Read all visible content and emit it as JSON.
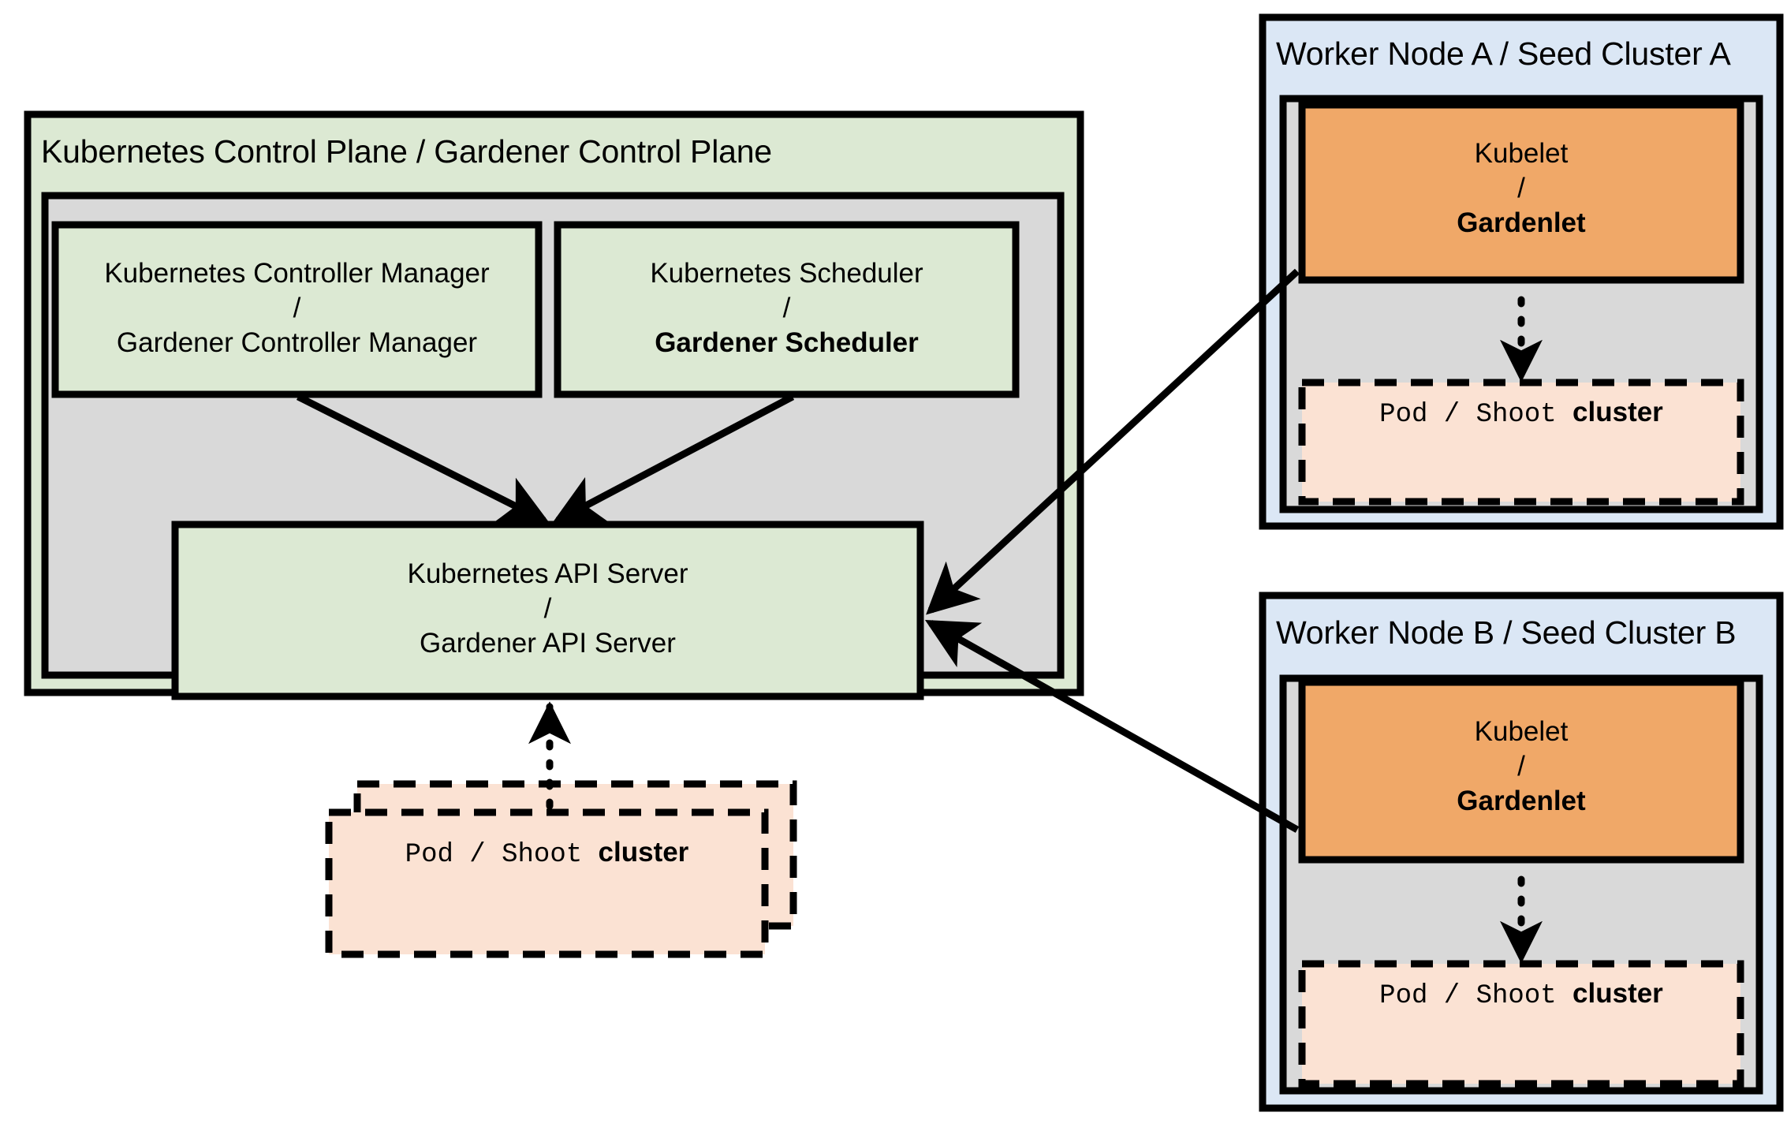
{
  "diagram": {
    "title": "Gardener architecture: Kubernetes control plane and seed clusters",
    "colors": {
      "green_fill": "#dce9d3",
      "gray_fill": "#d9d9d9",
      "blue_fill": "#dbe7f5",
      "orange_fill": "#f0a868",
      "peach_fill": "#fbe2d3",
      "stroke": "#000000",
      "background": "#ffffff"
    }
  },
  "control_plane": {
    "title": "Kubernetes Control Plane / Gardener Control Plane",
    "controller_manager": {
      "line1": "Kubernetes Controller Manager",
      "separator": "/",
      "line2": "Gardener Controller Manager"
    },
    "scheduler": {
      "line1": "Kubernetes Scheduler",
      "separator": "/",
      "line2": "Gardener Scheduler"
    },
    "api_server": {
      "line1": "Kubernetes API Server",
      "separator": "/",
      "line2": "Gardener API Server"
    },
    "pod": {
      "line1": "Pod",
      "separator": "/",
      "line2_prefix": "Shoot ",
      "line2_suffix": "cluster"
    }
  },
  "worker_node_a": {
    "title": "Worker Node A / Seed Cluster A",
    "kubelet": {
      "line1": "Kubelet",
      "separator": "/",
      "line2": "Gardenlet"
    },
    "pod": {
      "line1": "Pod",
      "separator": "/",
      "line2_prefix": "Shoot ",
      "line2_suffix": "cluster"
    }
  },
  "worker_node_b": {
    "title": "Worker Node B / Seed Cluster B",
    "kubelet": {
      "line1": "Kubelet",
      "separator": "/",
      "line2": "Gardenlet"
    },
    "pod": {
      "line1": "Pod",
      "separator": "/",
      "line2_prefix": "Shoot ",
      "line2_suffix": "cluster"
    }
  },
  "connections": [
    {
      "name": "controller-manager-to-api-server",
      "style": "solid-arrow"
    },
    {
      "name": "scheduler-to-api-server",
      "style": "solid-arrow"
    },
    {
      "name": "control-plane-pod-to-api-server",
      "style": "dotted-arrow"
    },
    {
      "name": "gardenlet-a-to-api-server",
      "style": "solid-arrow"
    },
    {
      "name": "gardenlet-b-to-api-server",
      "style": "solid-arrow"
    },
    {
      "name": "gardenlet-a-to-pod-a",
      "style": "dotted-arrow"
    },
    {
      "name": "gardenlet-b-to-pod-b",
      "style": "dotted-arrow"
    }
  ]
}
